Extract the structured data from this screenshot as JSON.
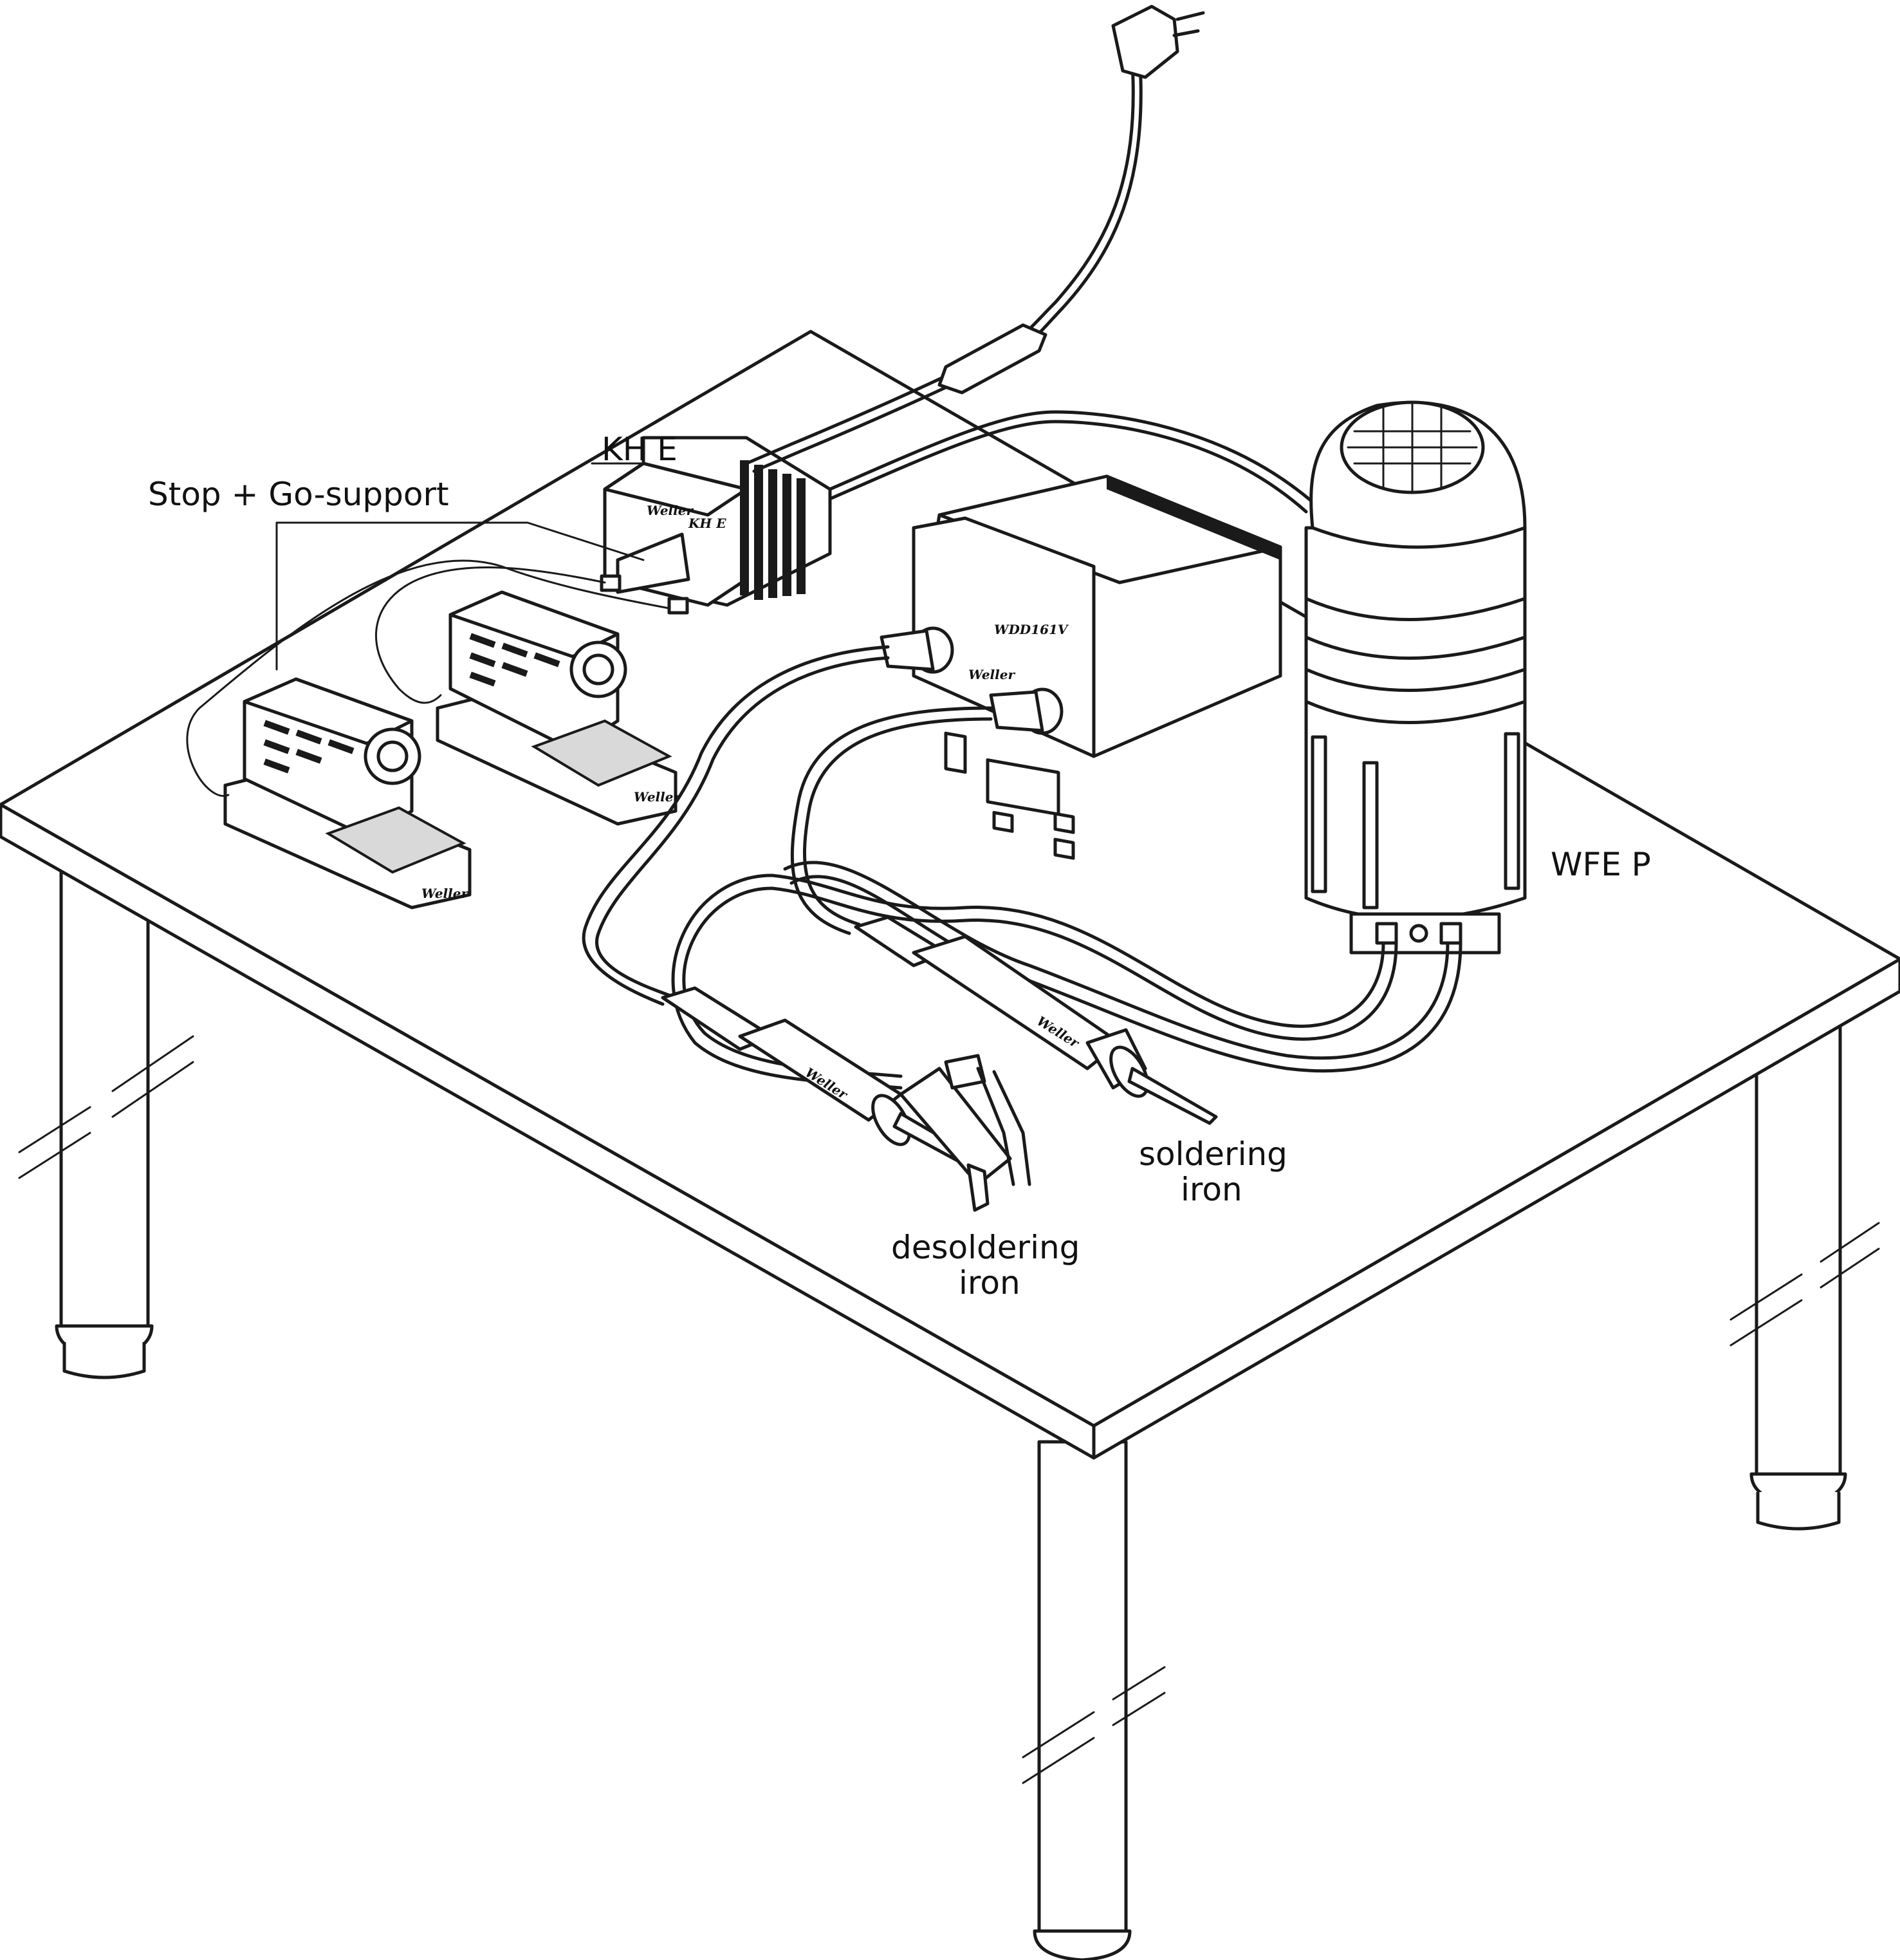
{
  "labels": {
    "kh_e": "KH E",
    "stop_go": "Stop + Go-support",
    "wfe_p": "WFE P",
    "soldering": [
      "soldering",
      "iron"
    ],
    "desoldering": [
      "desoldering",
      "iron"
    ]
  },
  "brand_marks": {
    "weller": "Weller",
    "kh_e_plate": "KH E",
    "station_model": "WDD161V"
  },
  "colors": {
    "line": "#1a1a1a",
    "fill": "#ffffff",
    "shade": "#d9d9d9"
  }
}
